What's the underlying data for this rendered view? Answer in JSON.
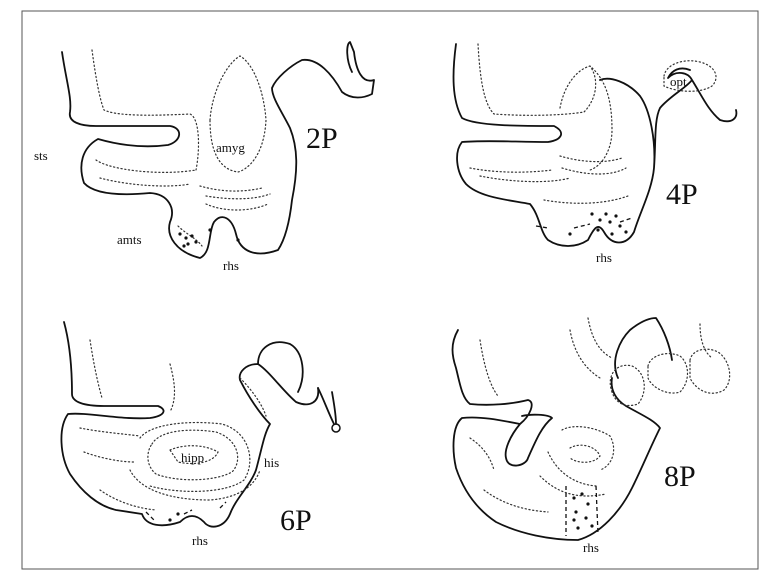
{
  "panels": {
    "p2": {
      "section_label": "2P",
      "labels": {
        "sts": "sts",
        "amyg": "amyg",
        "amts": "amts",
        "rhs": "rhs"
      }
    },
    "p4": {
      "section_label": "4P",
      "labels": {
        "opt": "opt",
        "rhs": "rhs"
      }
    },
    "p6": {
      "section_label": "6P",
      "labels": {
        "hipp": "hipp",
        "his": "his",
        "rhs": "rhs"
      }
    },
    "p8": {
      "section_label": "8P",
      "labels": {
        "rhs": "rhs"
      }
    }
  }
}
